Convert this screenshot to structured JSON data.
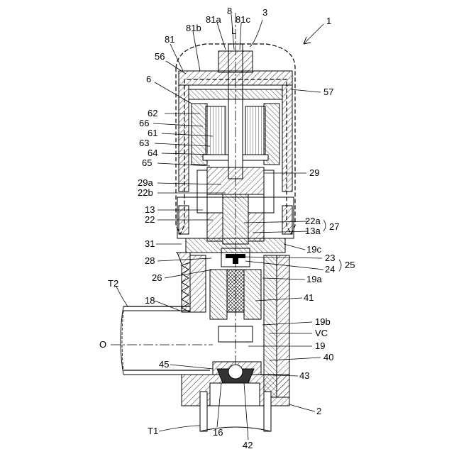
{
  "labels": {
    "l8": "8",
    "l3": "3",
    "l1": "1",
    "l81a": "81a",
    "l81c": "81c",
    "l81b": "81b",
    "lL": "L",
    "l81": "81",
    "l56": "56",
    "l6": "6",
    "l57": "57",
    "l62": "62",
    "l66": "66",
    "l61": "61",
    "l63": "63",
    "l64": "64",
    "l65": "65",
    "l29": "29",
    "l29a": "29a",
    "l22b": "22b",
    "l13": "13",
    "l22": "22",
    "l22a": "22a",
    "l13a": "13a",
    "l27": "27",
    "l31": "31",
    "l19c": "19c",
    "l28": "28",
    "l23": "23",
    "l24": "24",
    "l25": "25",
    "l26": "26",
    "l19a": "19a",
    "lT2": "T2",
    "l18": "18",
    "l41": "41",
    "l19b": "19b",
    "lVC": "VC",
    "lO": "O",
    "l19": "19",
    "l40": "40",
    "l45": "45",
    "l43": "43",
    "l2": "2",
    "lT1": "T1",
    "l16": "16",
    "l42": "42"
  }
}
